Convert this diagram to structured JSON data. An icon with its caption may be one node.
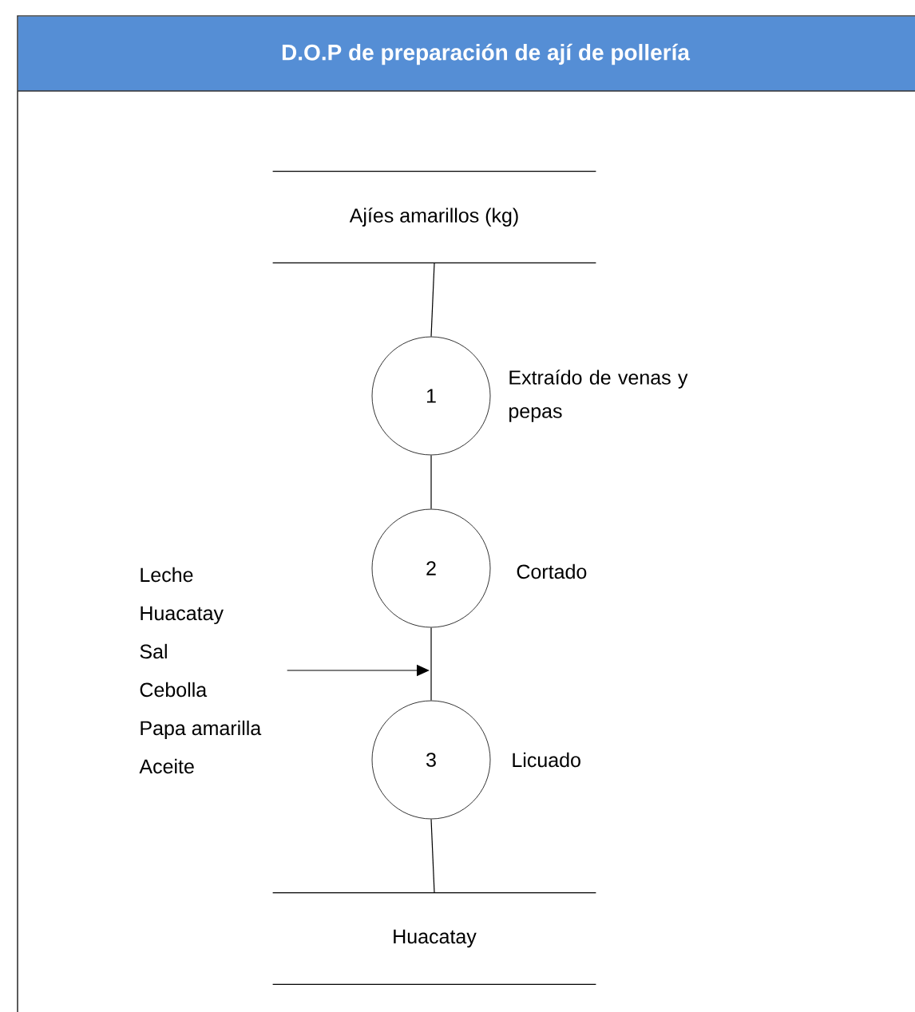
{
  "diagram": {
    "title": "D.O.P de preparación de ají de pollería",
    "nodes": [
      {
        "text": [
          "Ajíes amarillos (kg)"
        ]
      },
      {
        "text": [
          "1"
        ],
        "beside": [
          "Extraído de venas y pepas"
        ]
      },
      {
        "text": [
          "2"
        ],
        "beside": [
          "Cortado"
        ]
      },
      {
        "text": [
          "3"
        ],
        "beside": [
          "Licuado"
        ]
      },
      {
        "text": [
          "Huacatay"
        ]
      },
      {
        "text": [
          "Leche",
          "Huacatay",
          "Sal",
          "Cebolla",
          "Papa amarilla",
          "Aceite"
        ]
      }
    ],
    "edges": [
      {
        "from": 0,
        "to": 1,
        "arrow": "none"
      },
      {
        "from": 1,
        "to": 2,
        "arrow": "none"
      },
      {
        "from": 2,
        "to": 3,
        "arrow": "none"
      },
      {
        "from": 3,
        "to": 4,
        "arrow": "none"
      },
      {
        "from": 5,
        "to": null,
        "arrow": "to"
      }
    ]
  }
}
